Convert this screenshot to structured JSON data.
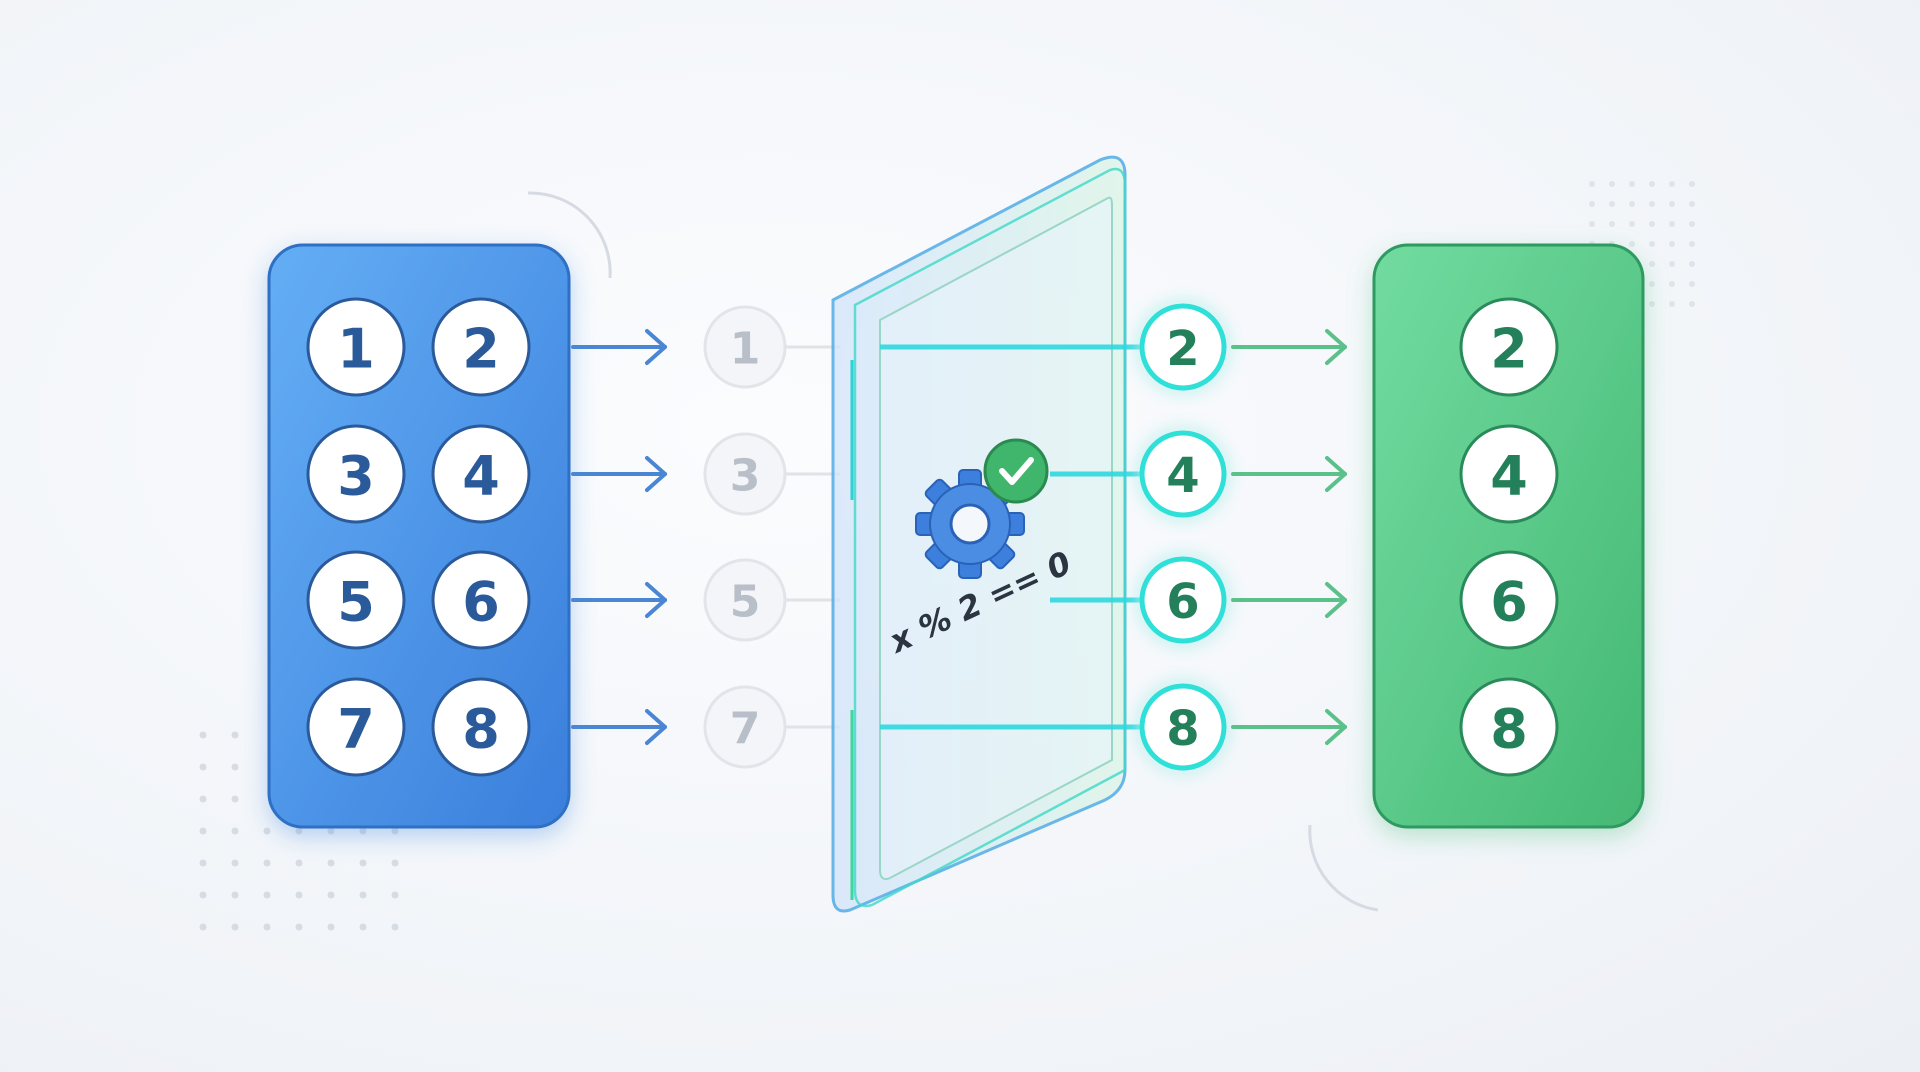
{
  "input_list": {
    "values": [
      "1",
      "2",
      "3",
      "4",
      "5",
      "6",
      "7",
      "8"
    ]
  },
  "rejected": {
    "values": [
      "1",
      "3",
      "5",
      "7"
    ]
  },
  "passed": {
    "values": [
      "2",
      "4",
      "6",
      "8"
    ]
  },
  "output_list": {
    "values": [
      "2",
      "4",
      "6",
      "8"
    ]
  },
  "filter": {
    "condition": "x % 2 == 0",
    "icons": [
      "gear-icon",
      "check-icon"
    ]
  },
  "colors": {
    "input_blue": "#3d86e0",
    "output_green": "#4cc07e",
    "glow_cyan": "#2fe0d8",
    "number_blue": "#2a5a9a",
    "number_green": "#23805a"
  }
}
